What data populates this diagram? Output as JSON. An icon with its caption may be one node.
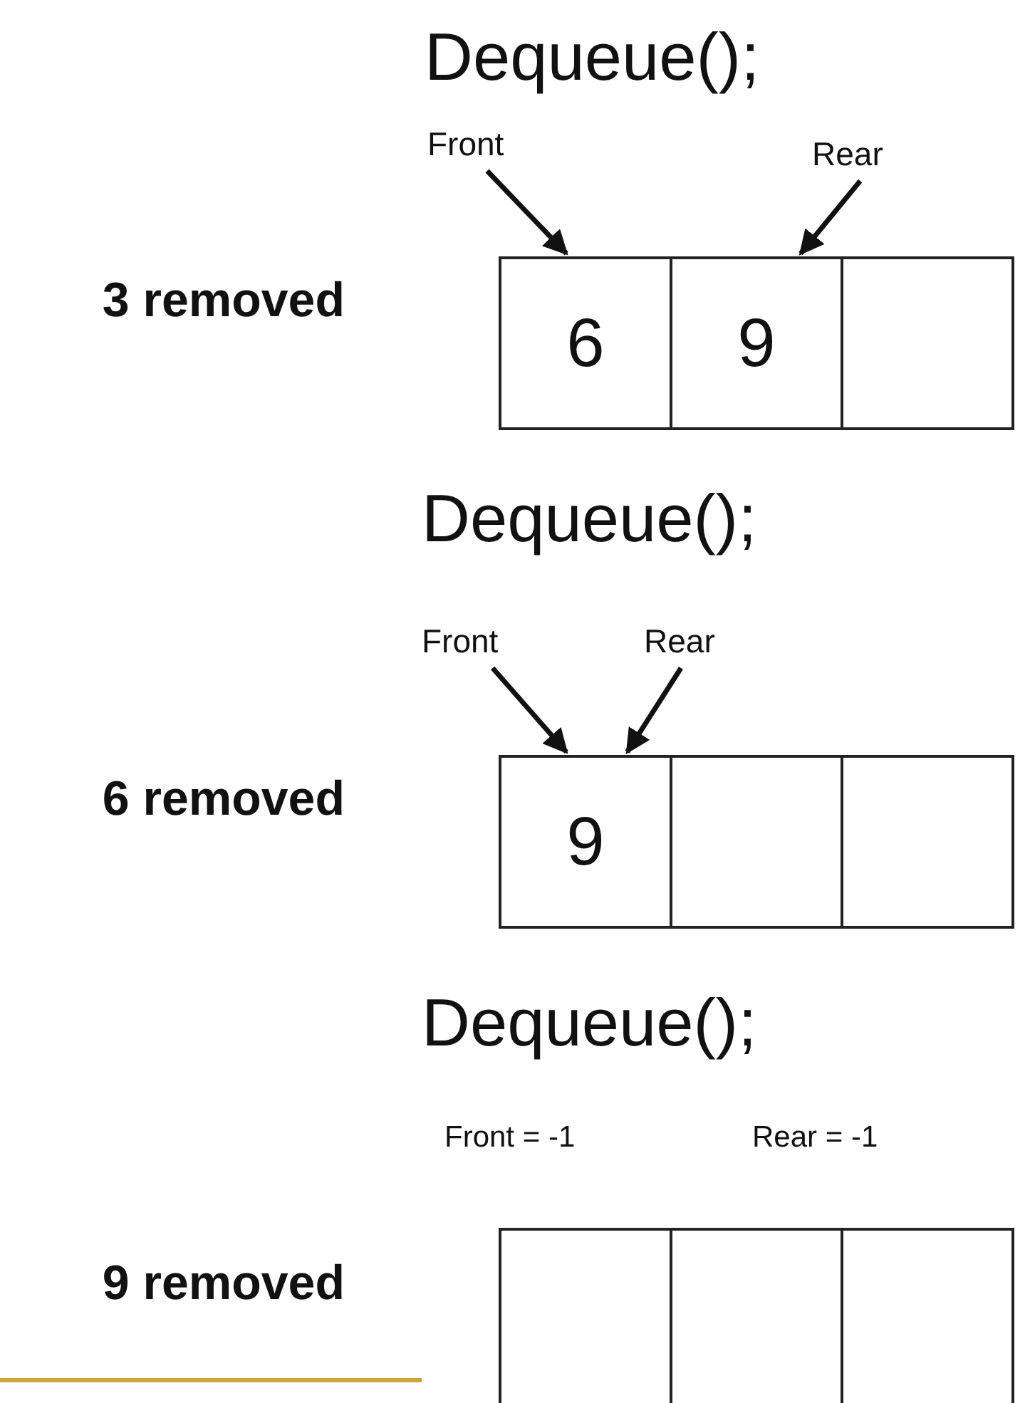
{
  "diagram": {
    "nodes": [
      {
        "text": [
          "Front"
        ]
      },
      {
        "text": [
          "Rear"
        ]
      },
      {
        "text": [
          "6"
        ]
      },
      {
        "text": [
          "9"
        ]
      },
      {
        "text": [],
        "shape": "box"
      },
      {
        "text": [
          "Front"
        ]
      },
      {
        "text": [
          "Rear"
        ]
      },
      {
        "text": [
          "9"
        ]
      },
      {
        "text": [],
        "shape": "box"
      },
      {
        "text": [],
        "shape": "box"
      },
      {
        "text": [],
        "shape": "box"
      },
      {
        "text": [],
        "shape": "box"
      },
      {
        "text": [],
        "shape": "box"
      }
    ],
    "edges": [
      {
        "from": 0,
        "to": 2,
        "arrow": "to"
      },
      {
        "from": 1,
        "to": 3,
        "arrow": "to"
      },
      {
        "from": 5,
        "to": 7,
        "arrow": "to"
      },
      {
        "from": 6,
        "to": 7,
        "arrow": "to"
      }
    ],
    "labels": [
      "Dequeue();",
      "3 removed",
      "Dequeue();",
      "6 removed",
      "Dequeue();",
      "Front = -1",
      "Rear = -1",
      "9 removed"
    ]
  }
}
